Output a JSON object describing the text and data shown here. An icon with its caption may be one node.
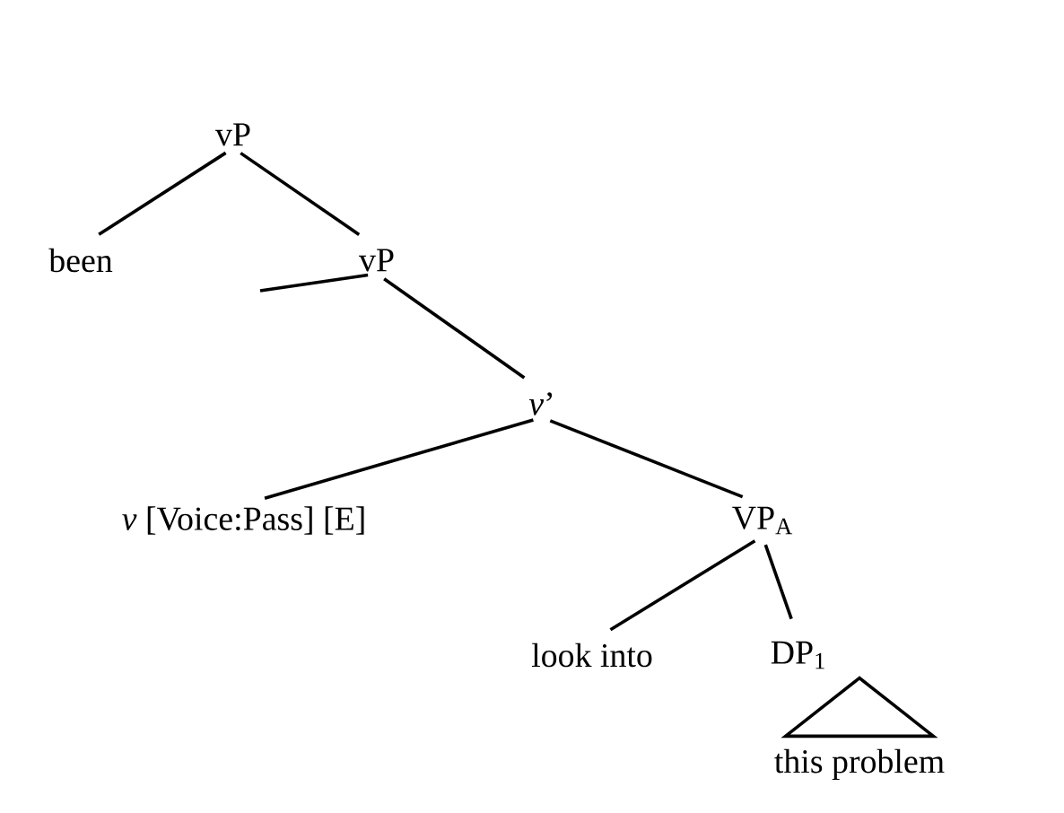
{
  "diagram": {
    "nodes": [
      {
        "text": [
          "vP"
        ]
      },
      {
        "text": [
          "been"
        ]
      },
      {
        "text": [
          "vP"
        ]
      },
      {
        "text": [
          "*v*’"
        ]
      },
      {
        "text": [
          "*v* [Voice:Pass] [E]"
        ]
      },
      {
        "text": [
          "VP$_{A}$"
        ]
      },
      {
        "text": [
          "look into"
        ]
      },
      {
        "text": [
          "DP$_{1}$"
        ]
      },
      {
        "text": [],
        "shape": "triangle",
        "beside": [
          "this problem"
        ]
      }
    ],
    "edges": [
      {
        "from": 0,
        "to": 1,
        "arrow": "none"
      },
      {
        "from": 0,
        "to": 2,
        "arrow": "none"
      },
      {
        "from": 2,
        "to": null,
        "arrow": "none"
      },
      {
        "from": 2,
        "to": 3,
        "arrow": "none"
      },
      {
        "from": 3,
        "to": 4,
        "arrow": "none"
      },
      {
        "from": 3,
        "to": 5,
        "arrow": "none"
      },
      {
        "from": 5,
        "to": 6,
        "arrow": "none"
      },
      {
        "from": 5,
        "to": 7,
        "arrow": "none"
      }
    ]
  }
}
